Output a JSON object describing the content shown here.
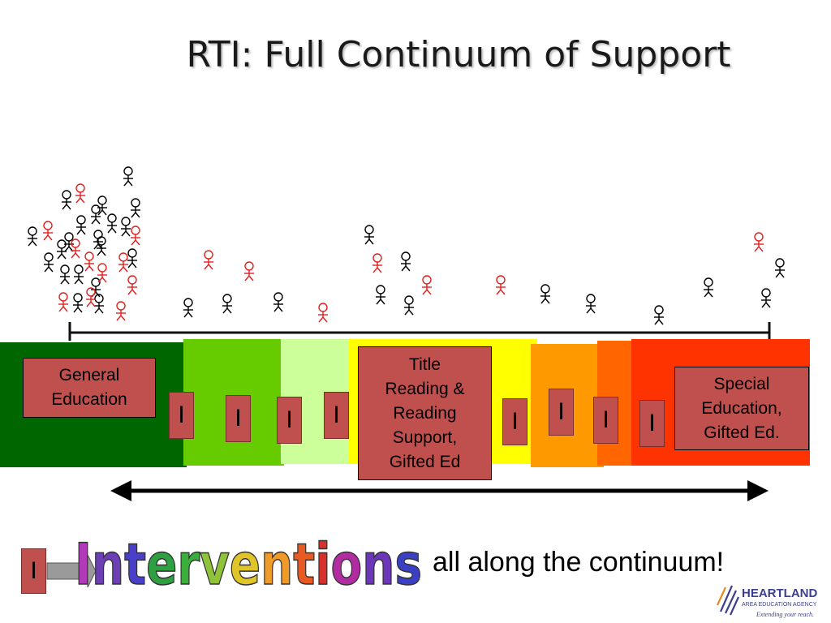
{
  "slide": {
    "title": "RTI: Full Continuum of Support"
  },
  "labels": {
    "general": [
      "General",
      "Education"
    ],
    "title_reading": [
      "Title",
      "Reading &",
      "Reading",
      "Support,",
      "Gifted Ed"
    ],
    "special": [
      "Special",
      "Education,",
      "Gifted Ed."
    ]
  },
  "intervention_marker": "I",
  "footer": {
    "word": "Interventions",
    "word_letter_colors": [
      "#b03ab8",
      "#6c3fb5",
      "#4a3fc8",
      "#2ea042",
      "#3cae3c",
      "#8fc43a",
      "#e0c52a",
      "#f09a2a",
      "#e85a23",
      "#d8312c",
      "#b02ca0",
      "#6b36b8",
      "#3b3fc6"
    ],
    "tagline": "all along the continuum!"
  },
  "logo": {
    "name": "HEARTLAND",
    "sub": "AREA EDUCATION AGENCY",
    "slogan": "Extending your reach."
  },
  "colors": {
    "dark_green": "#006600",
    "green": "#66cc00",
    "light_green": "#ccff99",
    "yellow": "#ffff00",
    "orange": "#ff9900",
    "orange_red": "#ff6600",
    "red": "#ff3300",
    "label_fill": "#c0504d"
  }
}
